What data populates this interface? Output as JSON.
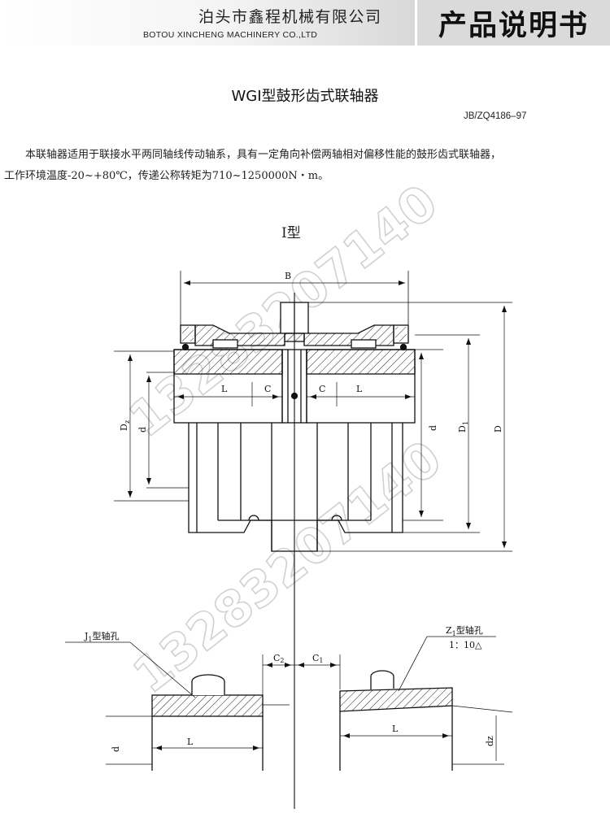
{
  "header": {
    "company_cn": "泊头市鑫程机械有限公司",
    "company_en": "BOTOU XINCHENG MACHINERY CO.,LTD",
    "manual_title": "产品说明书"
  },
  "document": {
    "title": "WGⅠ型鼓形齿式联轴器",
    "standard_code": "JB/ZQ4186–97",
    "description_line1": "本联轴器适用于联接水平两同轴线传动轴系，具有一定角向补偿两轴相对偏移性能的鼓形齿式联轴器，",
    "description_line2": "工作环境温度-20~+80℃，传递公称转矩为710~1250000N・m。"
  },
  "figure": {
    "type_label": "Ⅰ型",
    "dim_B": "B",
    "dim_L_left": "L",
    "dim_C_left": "C",
    "dim_C_right": "C",
    "dim_L_right": "L",
    "dim_Dz": "D",
    "dim_Dz_sub": "z",
    "dim_d_left": "d",
    "dim_d_right": "d",
    "dim_D1": "D",
    "dim_D1_sub": "1",
    "dim_D": "D"
  },
  "bore_details": {
    "j1_label": "J",
    "j1_sub": "1",
    "j1_suffix": "型轴孔",
    "z1_label": "Z",
    "z1_sub": "1",
    "z1_suffix": "型轴孔",
    "taper": "1：10△",
    "dim_C2": "C",
    "dim_C2_sub": "2",
    "dim_C1": "C",
    "dim_C1_sub": "1",
    "dim_L_j": "L",
    "dim_L_z": "L",
    "dim_d": "d",
    "dim_dz": "dz"
  },
  "watermark": {
    "text": "13283207140"
  }
}
